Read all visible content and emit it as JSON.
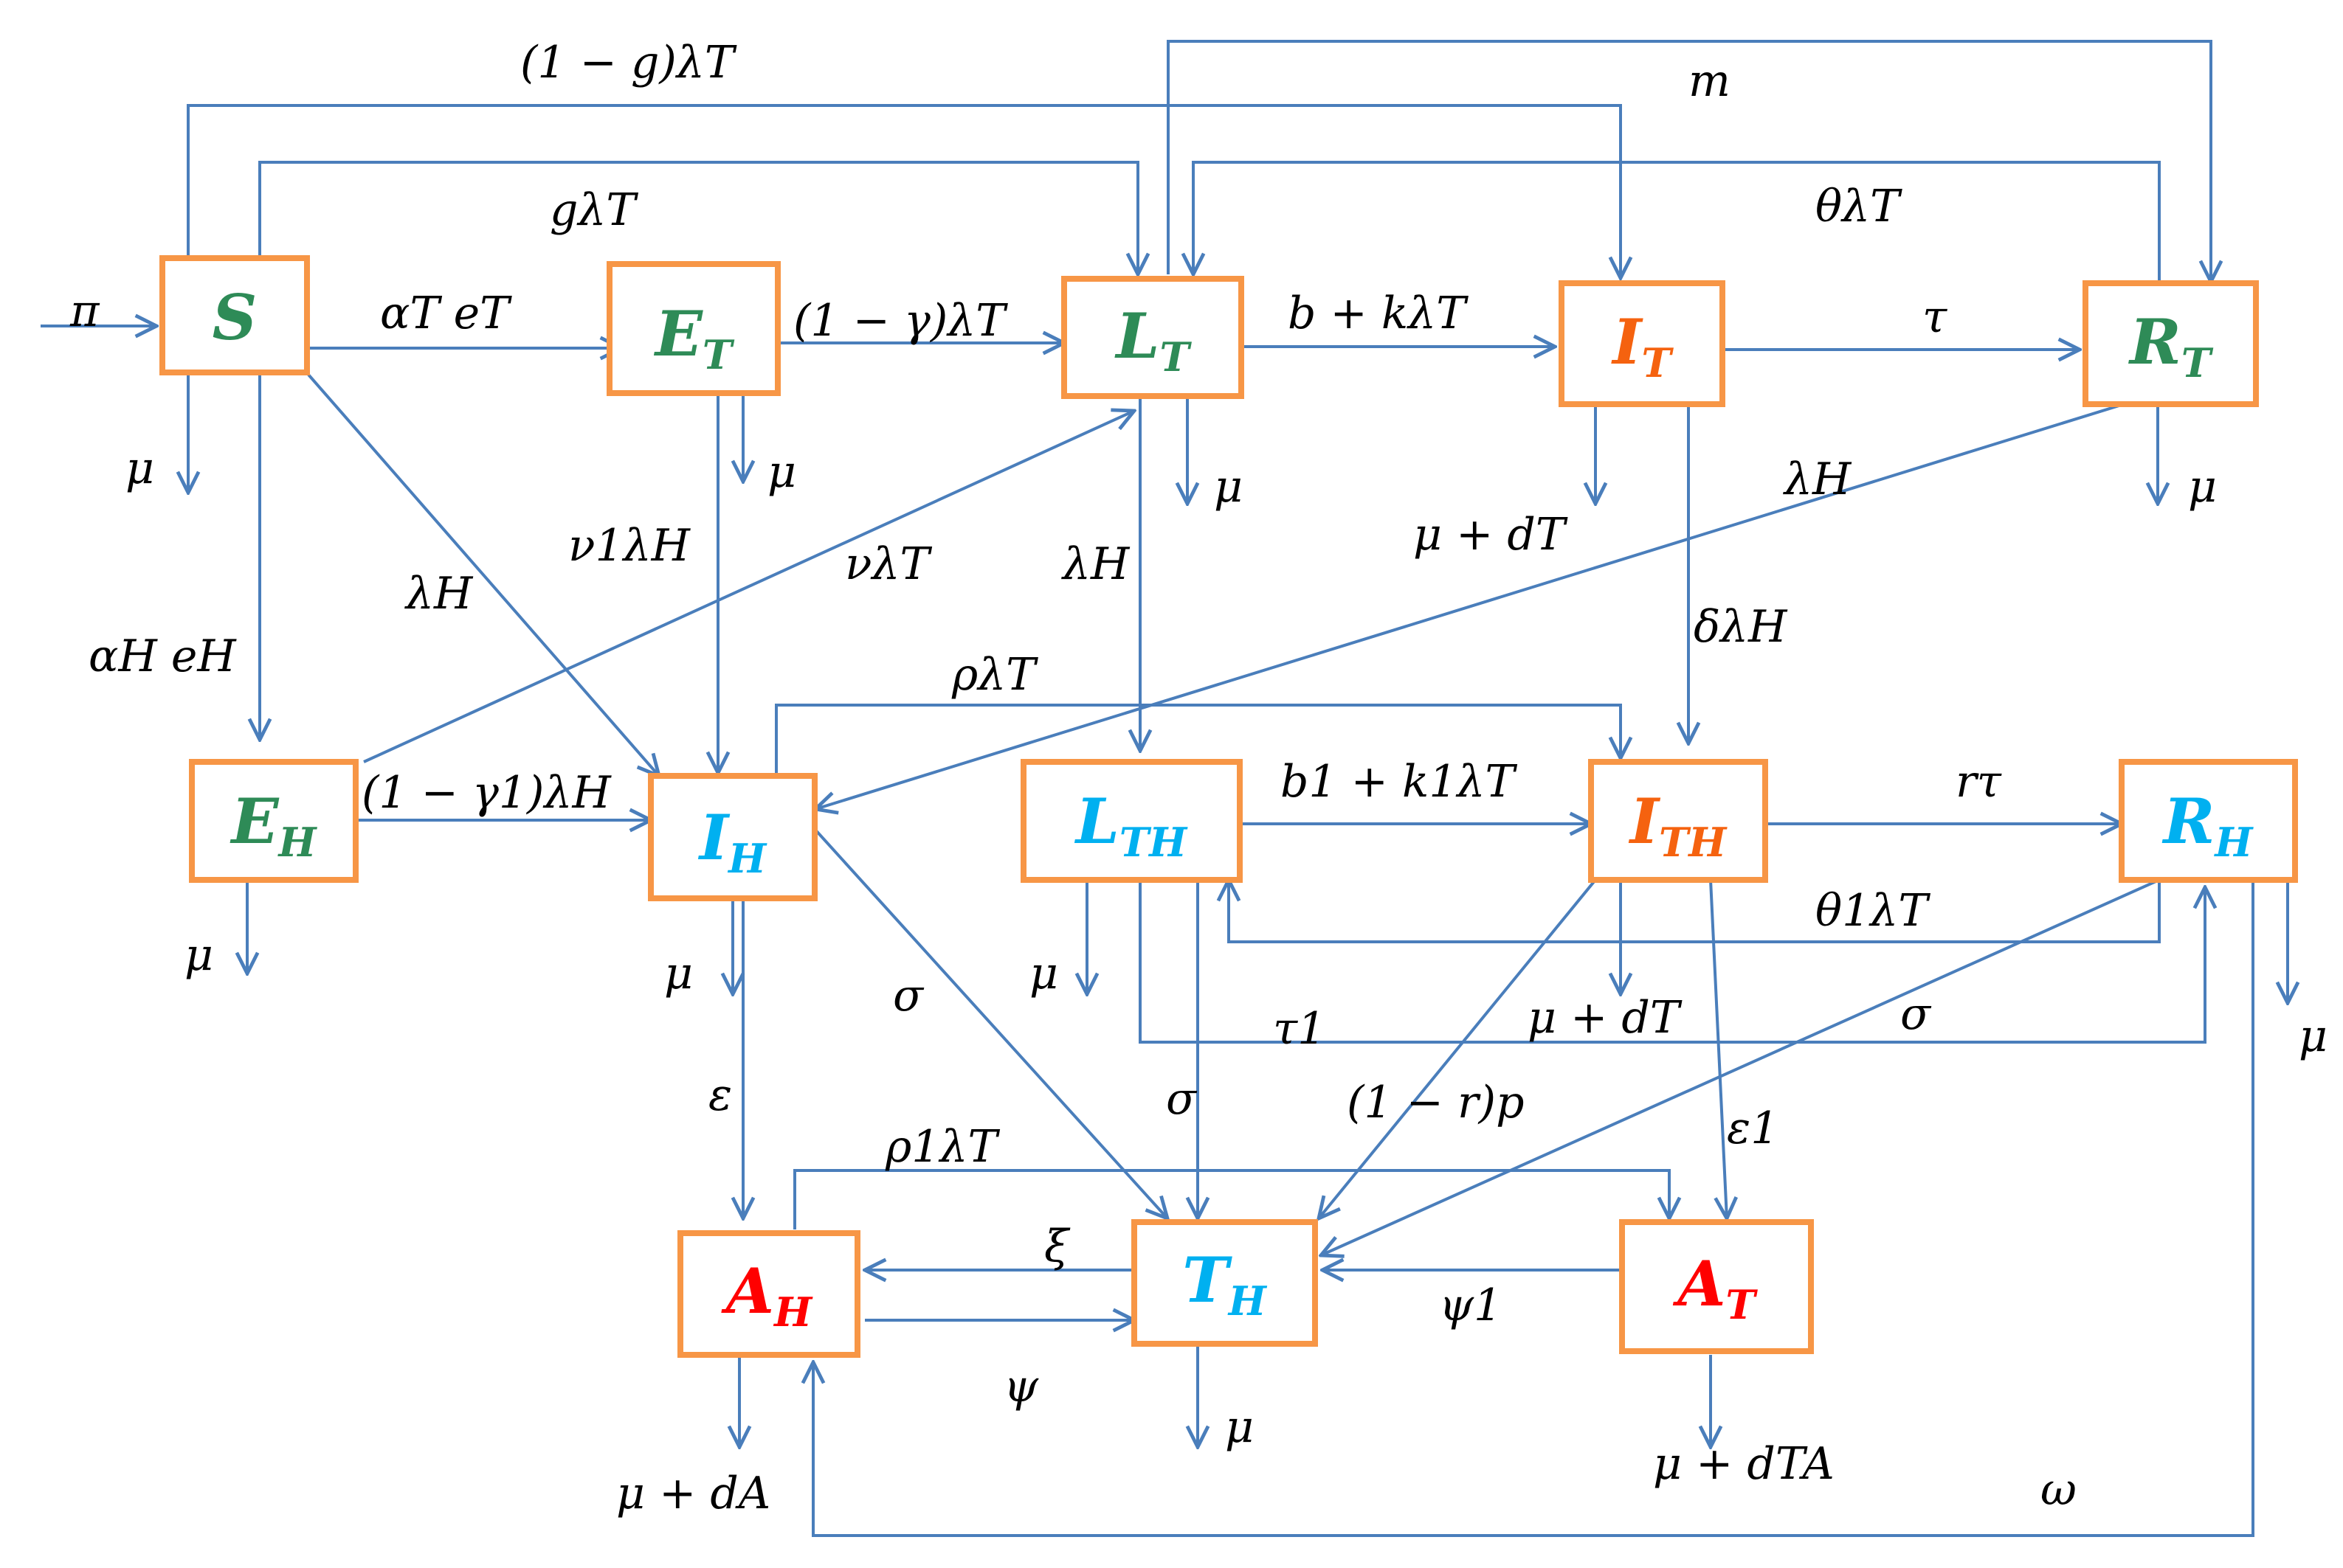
{
  "colors": {
    "arrow": "#4a7ebb",
    "box_border": "#f79646",
    "green": "#31859c",
    "green_text": "#2e8b57",
    "orange": "#f5620f",
    "blue": "#00b0f0",
    "red": "#ff0000"
  },
  "compartments": {
    "S": {
      "main": "S",
      "sub": ""
    },
    "ET": {
      "main": "E",
      "sub": "T"
    },
    "LT": {
      "main": "L",
      "sub": "T"
    },
    "IT": {
      "main": "I",
      "sub": "T"
    },
    "RT": {
      "main": "R",
      "sub": "T"
    },
    "EH": {
      "main": "E",
      "sub": "H"
    },
    "IH": {
      "main": "I",
      "sub": "H"
    },
    "LTH": {
      "main": "L",
      "sub": "TH"
    },
    "ITH": {
      "main": "I",
      "sub": "TH"
    },
    "RH": {
      "main": "R",
      "sub": "H"
    },
    "AH": {
      "main": "A",
      "sub": "H"
    },
    "TH": {
      "main": "T",
      "sub": "H"
    },
    "AT": {
      "main": "A",
      "sub": "T"
    }
  },
  "labels": {
    "pi": "π",
    "one_minus_g_lambda_t": "(1 − g)λT",
    "m": "m",
    "g_lambda_t": "gλT",
    "theta_lambda_t": "θλT",
    "alpha_t_e_t": "αT eT",
    "one_minus_gamma_lambda_t": "(1 − γ)λT",
    "b_plus_k_lambda_t": "b + kλT",
    "tau": "τ",
    "mu_s": "μ",
    "mu_et": "μ",
    "mu_lt": "μ",
    "mu_dt_it": "μ + dT",
    "mu_rt": "μ",
    "lambda_h_rt": "λH",
    "nu1_lambda_h": "ν1λH",
    "nu_lambda_t": "νλT",
    "lambda_h_lt": "λH",
    "lambda_h_s": "λH",
    "alpha_h_e_h": "αH eH",
    "delta_lambda_h": "δλH",
    "rho_lambda_t": "ρλT",
    "one_minus_gamma1_lambda_h": "(1 − γ1)λH",
    "b1_k1_lambda_t": "b1 + k1λT",
    "r_tau": "rτ",
    "theta1_lambda_t": "θ1λT",
    "mu_eh": "μ",
    "mu_ih": "μ",
    "mu_lth": "μ",
    "mu_dt_ith": "μ + dT",
    "mu_rh": "μ",
    "sigma_ih": "σ",
    "tau1": "τ1",
    "sigma_rh": "σ",
    "epsilon": "ε",
    "sigma_lth": "σ",
    "one_minus_r_p": "(1 − r)p",
    "epsilon1": "ε1",
    "rho1_lambda_t": "ρ1λT",
    "xi": "ξ",
    "psi1": "ψ1",
    "psi": "ψ",
    "mu_th": "μ",
    "mu_da": "μ + dA",
    "mu_dta": "μ + dTA",
    "omega": "ω"
  }
}
